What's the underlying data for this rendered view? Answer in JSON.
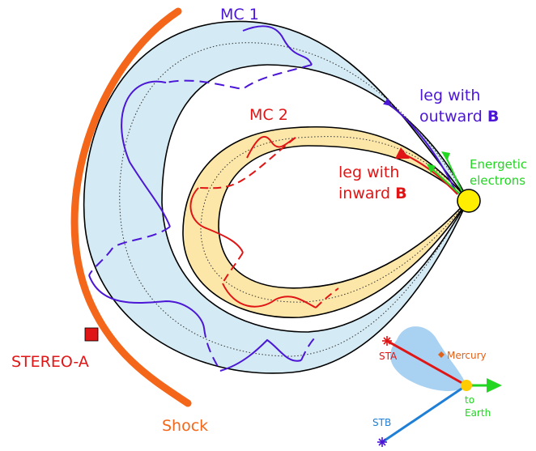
{
  "labels": {
    "mc1": "MC 1",
    "mc2": "MC 2",
    "outward_line1": "leg with",
    "outward_line2": "outward ",
    "outward_bold": "B",
    "inward_line1": "leg with",
    "inward_line2": "inward ",
    "inward_bold": "B",
    "energetic_line1": "Energetic",
    "energetic_line2": "electrons",
    "stereo_a": "STEREO-A",
    "shock": "Shock"
  },
  "inset": {
    "sta": "STA",
    "stb": "STB",
    "mercury": "Mercury",
    "to": "to",
    "earth": "Earth"
  },
  "colors": {
    "mc1": "#4b16d6",
    "mc2": "#e01515",
    "mc1_fill": "#d4eaf4",
    "mc2_fill": "#fde7a8",
    "shock": "#f4661a",
    "energetic": "#22d622",
    "sun": "#ffee00",
    "inset_blob": "#a9d1f2",
    "stb_line": "#1f7fd6",
    "mercury": "#e0621a",
    "stereo_a": "#e01515"
  },
  "icons": {
    "sun": "sun-icon",
    "stereo_a": "spacecraft-square-icon",
    "sta": "asterisk-icon",
    "stb": "asterisk-icon",
    "mercury": "diamond-icon"
  }
}
